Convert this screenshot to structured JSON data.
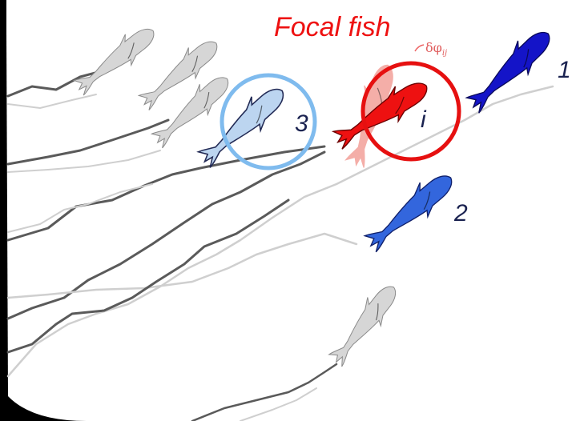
{
  "title": "Focal fish",
  "angle_label": "δφ",
  "angle_subscript": "ij",
  "neighbor_labels": {
    "first": "1",
    "second": "2",
    "third": "3",
    "focal": "i"
  },
  "colors": {
    "background": "#000000",
    "panel": "#ffffff",
    "focal_red": "#ee1111",
    "focal_ghost": "#f3a09a",
    "neighbor1_blue": "#1414c8",
    "neighbor2_blue": "#3366dd",
    "neighbor3_lightblue": "#b9d3ef",
    "other_fish_gray": "#d4d4d4",
    "trajectory_dark": "#555555",
    "trajectory_light": "#c8c8c8",
    "circle_focal": "#e61010",
    "circle_neighbor3": "#7fbbee",
    "label_dark": "#1a2250"
  },
  "icons": {
    "fish": "fish-icon",
    "circle": "circle-highlight"
  }
}
